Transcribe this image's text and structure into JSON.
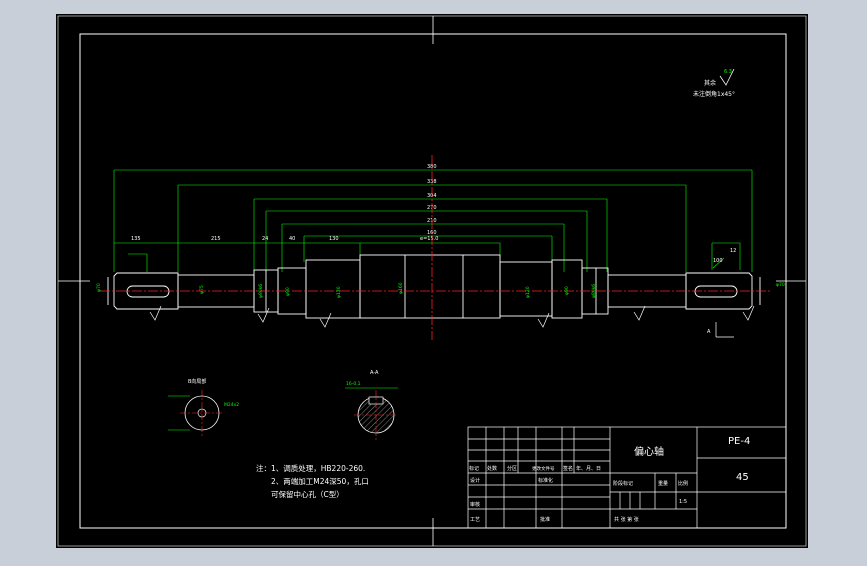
{
  "drawing": {
    "title": "偏心轴",
    "drawing_no": "PE-4",
    "material": "45",
    "scale": "1:5"
  },
  "notes": {
    "line1": "注：1、调质处理，HB220-260.",
    "line2": "2、两端加工M24深50，孔口",
    "line3": "可保留中心孔（C型）"
  },
  "roughness": {
    "symbol_value": "6.3",
    "rest_label": "其余",
    "chamfer_note": "未注倒角1x45°"
  },
  "dimensions": {
    "overall": "380",
    "d2": "338",
    "d3": "304",
    "d4": "270",
    "d5": "210",
    "d6": "160",
    "ecc": "e=15.0",
    "seg_a": "135",
    "seg_b": "215",
    "seg_c": "24",
    "seg_d": "40",
    "seg_e": "130",
    "right_a": "12",
    "right_b": "100"
  },
  "section_views": {
    "left_label": "B向局部",
    "right_label": "A-A",
    "left_dim": "M24x2",
    "right_dim": "16-0.1",
    "a_mark": "A"
  },
  "title_block": {
    "row_labels": [
      "标记",
      "处数",
      "分区",
      "更改文件号",
      "签名",
      "年、月、日"
    ],
    "design": "设计",
    "standard": "标准化",
    "review": "审核",
    "process": "工艺",
    "approve": "批准",
    "stage_label": "阶段标记",
    "weight_label": "重量",
    "scale_label": "比例",
    "sheets": "共 张 第 张"
  }
}
